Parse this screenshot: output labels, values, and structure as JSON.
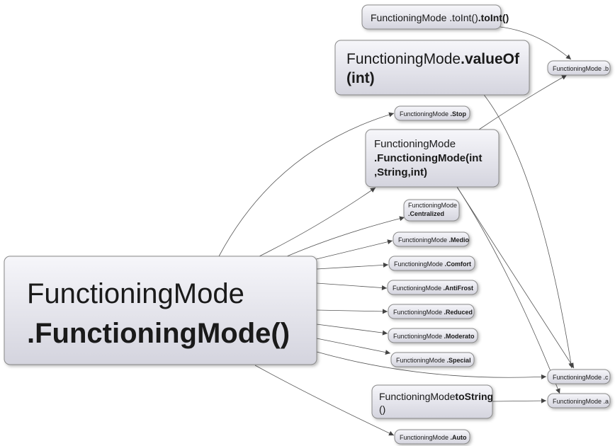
{
  "diagram": {
    "nodes": [
      {
        "id": "main",
        "lines": [
          {
            "text": "FunctioningMode",
            "bold": false
          },
          {
            "text": ".FunctioningMode()",
            "bold": true
          }
        ]
      },
      {
        "id": "toInt",
        "lines": [
          {
            "text": "FunctioningMode  .toInt()",
            "bold": false,
            "boldPart": ".toInt()"
          }
        ]
      },
      {
        "id": "valueOf",
        "lines": [
          {
            "text": "FunctioningMode",
            "bold": false,
            "boldPart": ".valueOf"
          },
          {
            "text": "(int)",
            "bold": true
          }
        ]
      },
      {
        "id": "ctor",
        "lines": [
          {
            "text": "FunctioningMode",
            "bold": false
          },
          {
            "text": ".FunctioningMode(int",
            "bold": true
          },
          {
            "text": ",String,int)",
            "bold": true
          }
        ]
      },
      {
        "id": "toString",
        "lines": [
          {
            "text": "FunctioningMode",
            "bold": false,
            "boldPart": "toString"
          },
          {
            "text": "()",
            "bold": false
          }
        ]
      },
      {
        "id": "b",
        "lines": [
          {
            "text": "FunctioningMode .b",
            "bold": false
          }
        ]
      },
      {
        "id": "stop",
        "lines": [
          {
            "text": "FunctioningMode ",
            "bold": false,
            "boldPart": ".Stop"
          }
        ]
      },
      {
        "id": "centralized",
        "lines": [
          {
            "text": "FunctioningMode",
            "bold": false
          },
          {
            "text": ".Centralized",
            "bold": true
          }
        ]
      },
      {
        "id": "medio",
        "lines": [
          {
            "text": "FunctioningMode ",
            "bold": false,
            "boldPart": ".Medio"
          }
        ]
      },
      {
        "id": "comfort",
        "lines": [
          {
            "text": "FunctioningMode ",
            "bold": false,
            "boldPart": ".Comfort"
          }
        ]
      },
      {
        "id": "antifrost",
        "lines": [
          {
            "text": "FunctioningMode ",
            "bold": false,
            "boldPart": ".AntiFrost"
          }
        ]
      },
      {
        "id": "reduced",
        "lines": [
          {
            "text": "FunctioningMode ",
            "bold": false,
            "boldPart": ".Reduced"
          }
        ]
      },
      {
        "id": "moderato",
        "lines": [
          {
            "text": "FunctioningMode ",
            "bold": false,
            "boldPart": ".Moderato"
          }
        ]
      },
      {
        "id": "special",
        "lines": [
          {
            "text": "FunctioningMode ",
            "bold": false,
            "boldPart": ".Special"
          }
        ]
      },
      {
        "id": "c",
        "lines": [
          {
            "text": "FunctioningMode .c",
            "bold": false
          }
        ]
      },
      {
        "id": "a",
        "lines": [
          {
            "text": "FunctioningMode .a",
            "bold": false
          }
        ]
      },
      {
        "id": "auto",
        "lines": [
          {
            "text": "FunctioningMode ",
            "bold": false,
            "boldPart": ".Auto"
          }
        ]
      }
    ],
    "edges": [
      [
        "toInt",
        "b"
      ],
      [
        "valueOf",
        "c"
      ],
      [
        "ctor",
        "b"
      ],
      [
        "ctor",
        "c"
      ],
      [
        "ctor",
        "a"
      ],
      [
        "toString",
        "a"
      ],
      [
        "main",
        "stop"
      ],
      [
        "main",
        "ctor"
      ],
      [
        "main",
        "centralized"
      ],
      [
        "main",
        "medio"
      ],
      [
        "main",
        "comfort"
      ],
      [
        "main",
        "antifrost"
      ],
      [
        "main",
        "reduced"
      ],
      [
        "main",
        "moderato"
      ],
      [
        "main",
        "special"
      ],
      [
        "main",
        "c"
      ],
      [
        "main",
        "auto"
      ]
    ],
    "colors": {
      "node_fill_top": "#f4f4f8",
      "node_fill_bottom": "#d6d6e0",
      "node_stroke": "#8a8a8a",
      "edge": "#555555",
      "text": "#1a1a1a"
    }
  }
}
